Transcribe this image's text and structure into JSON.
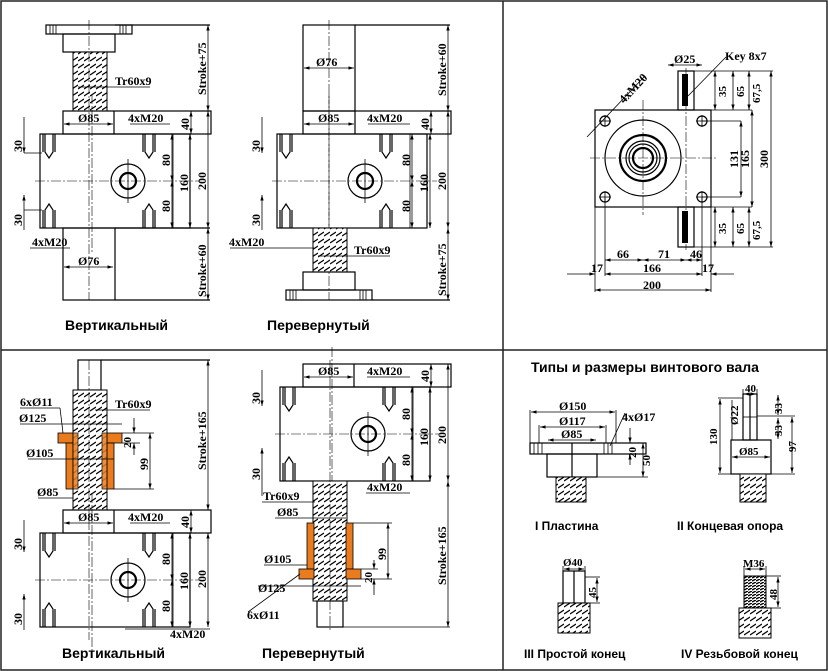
{
  "colors": {
    "nut": "#e87c1e",
    "line": "#000000",
    "frame": "#222222"
  },
  "panel_tl": {
    "vertical": {
      "caption": "Вертикальный",
      "thread": "Tr60x9",
      "stroke_top": "Stroke+75",
      "stroke_bottom": "Stroke+60",
      "d_flange": "Ø85",
      "holes_top": "4xM20",
      "holes_bottom": "4xM20",
      "d_tube": "Ø76",
      "h40": "40",
      "h80a": "80",
      "h80b": "80",
      "h160": "160",
      "h200": "200",
      "h30a": "30",
      "h30b": "30"
    },
    "inverted": {
      "caption": "Перевернутый",
      "thread": "Tr60x9",
      "stroke_top": "Stroke+60",
      "stroke_bottom": "Stroke+75",
      "d_flange": "Ø85",
      "holes_top": "4xM20",
      "holes_bottom": "4xM20",
      "d_tube": "Ø76",
      "h40": "40",
      "h80a": "80",
      "h80b": "80",
      "h160": "160",
      "h200": "200",
      "h30a": "30",
      "h30b": "30"
    }
  },
  "panel_tr": {
    "holes": "4xM20",
    "d_shaft": "Ø25",
    "key": "Key 8x7",
    "top_35": "35",
    "top_65": "65",
    "top_675": "67,5",
    "bot_35": "35",
    "bot_65": "65",
    "bot_675": "67,5",
    "h131": "131",
    "h165": "165",
    "h300": "300",
    "w66": "66",
    "w71": "71",
    "w46": "46",
    "w17a": "17",
    "w166": "166",
    "w17b": "17",
    "w200": "200"
  },
  "panel_bl": {
    "vertical": {
      "caption": "Вертикальный",
      "thread": "Tr60x9",
      "bolts": "6xØ11",
      "d125": "Ø125",
      "d105": "Ø105",
      "d85_nut": "Ø85",
      "h20": "20",
      "h99": "99",
      "stroke": "Stroke+165",
      "d_flange": "Ø85",
      "holes_top": "4xM20",
      "holes_bottom": "4xM20",
      "h40": "40",
      "h80a": "80",
      "h80b": "80",
      "h160": "160",
      "h200": "200",
      "h30a": "30",
      "h30b": "30"
    },
    "inverted": {
      "caption": "Перевернутый",
      "thread": "Tr60x9",
      "bolts": "6xØ11",
      "d125": "Ø125",
      "d105": "Ø105",
      "d85_nut": "Ø85",
      "h20": "20",
      "h99": "99",
      "stroke": "Stroke+165",
      "d_flange": "Ø85",
      "holes_top": "4xM20",
      "holes_bottom": "4xM20",
      "h40": "40",
      "h80a": "80",
      "h80b": "80",
      "h160": "160",
      "h200": "200",
      "h30a": "30",
      "h30b": "30"
    }
  },
  "panel_br": {
    "title": "Типы и размеры винтового вала",
    "type1": {
      "caption": "I Пластина",
      "d150": "Ø150",
      "d117": "Ø117",
      "d85": "Ø85",
      "holes": "4xØ17",
      "h20": "20",
      "h50": "50"
    },
    "type2": {
      "caption": "II Концевая опора",
      "w40": "40",
      "d22": "Ø22",
      "h33a": "33",
      "h33b": "33",
      "h130": "130",
      "h97": "97",
      "d85": "Ø85"
    },
    "type3": {
      "caption": "III Простой конец",
      "d40": "Ø40",
      "h45": "45"
    },
    "type4": {
      "caption": "IV Резьбовой конец",
      "m36": "M36",
      "h48": "48"
    }
  }
}
